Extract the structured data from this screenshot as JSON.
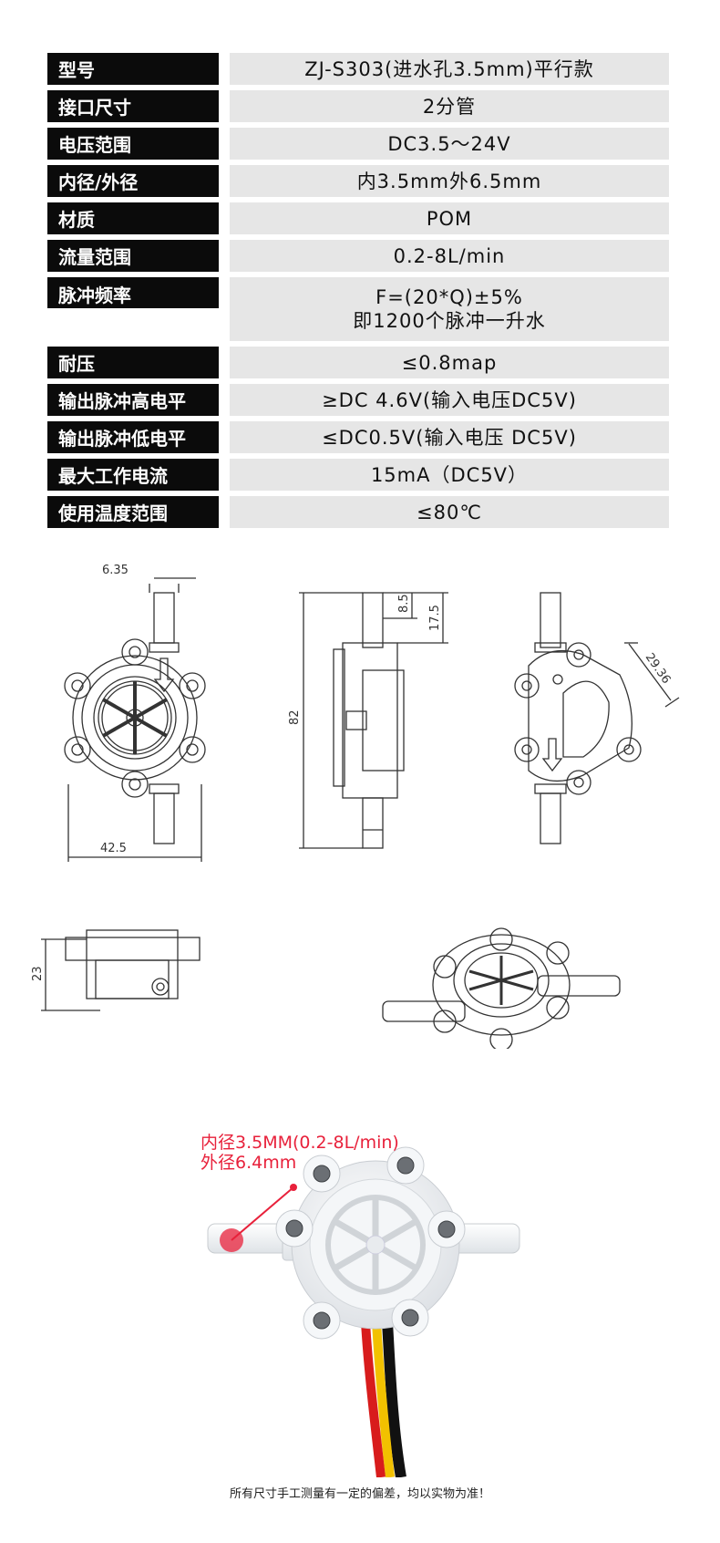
{
  "specs": [
    {
      "key": "型号",
      "value": [
        "ZJ-S303(进水孔3.5mm)平行款"
      ]
    },
    {
      "key": "接口尺寸",
      "value": [
        "2分管"
      ]
    },
    {
      "key": "电压范围",
      "value": [
        "DC3.5～24V"
      ]
    },
    {
      "key": "内径/外径",
      "value": [
        "内3.5mm外6.5mm"
      ]
    },
    {
      "key": "材质",
      "value": [
        "POM"
      ]
    },
    {
      "key": "流量范围",
      "value": [
        "0.2-8L/min"
      ]
    },
    {
      "key": "脉冲频率",
      "value": [
        "F=(20*Q)±5%",
        "即1200个脉冲一升水"
      ]
    },
    {
      "key": "耐压",
      "value": [
        "≤0.8map"
      ]
    },
    {
      "key": "输出脉冲高电平",
      "value": [
        "≥DC 4.6V(输入电压DC5V)"
      ]
    },
    {
      "key": "输出脉冲低电平",
      "value": [
        "≤DC0.5V(输入电压 DC5V)"
      ]
    },
    {
      "key": "最大工作电流",
      "value": [
        "15mA（DC5V）"
      ]
    },
    {
      "key": "使用温度范围",
      "value": [
        "≤80℃"
      ]
    }
  ],
  "drawing_dimensions": {
    "front_width_top": "6.35",
    "front_width_bottom": "42.5",
    "side_height_total": "82",
    "side_offset_small": "8.5",
    "side_offset_large": "17.5",
    "back_diagonal": "29.36",
    "bottom_height": "23"
  },
  "photo_callout": {
    "line1": "内径3.5MM(0.2-8L/min)",
    "line2": "外径6.4mm"
  },
  "footnote": "所有尺寸手工测量有一定的偏差，均以实物为准！",
  "colors": {
    "accent_red": "#e8213b",
    "key_bg": "#0b0b0b",
    "value_bg": "#e6e6e6",
    "wire_red": "#d81c1c",
    "wire_yellow": "#f2c100",
    "wire_black": "#111111"
  }
}
